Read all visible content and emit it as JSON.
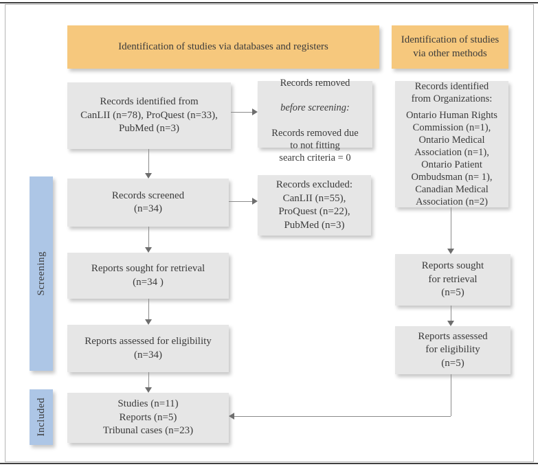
{
  "colors": {
    "header_bg": "#f6c87d",
    "box_bg": "#e6e6e6",
    "stage_bg": "#adc6e6",
    "line": "#8a8a8a",
    "arrowhead": "#6e6e6e",
    "text": "#3b3b3b",
    "frame_rule": "#3f3f3f",
    "frame_border": "#b5b5b5"
  },
  "headers": {
    "databases": "Identification of studies via databases and registers",
    "other": "Identification of studies\nvia other methods"
  },
  "stages": {
    "screening": "Screening",
    "included": "Included"
  },
  "boxes": {
    "records_identified": "Records identified from\nCanLII (n=78), ProQuest (n=33),\nPubMed (n=3)",
    "records_removed": {
      "line1": "Records removed",
      "line2_italic": "before screening:",
      "rest": "Records removed due\nto not fitting\nsearch criteria = 0"
    },
    "orgs": {
      "title": "Records identified\nfrom Organizations:",
      "list": "Ontario Human Rights\nCommission (n=1),\nOntario Medical\nAssociation (n=1),\nOntario Patient\nOmbudsman (n= 1),\nCanadian Medical\nAssociation (n=2)"
    },
    "records_screened": "Records screened\n(n=34)",
    "records_excluded": "Records excluded:\nCanLII (n=55),\nProQuest (n=22),\nPubMed (n=3)",
    "reports_sought_databases": "Reports sought for retrieval\n(n=34 )",
    "reports_assessed_databases": "Reports assessed for eligibility\n(n=34)",
    "reports_sought_other": "Reports sought\nfor retrieval\n(n=5)",
    "reports_assessed_other": "Reports assessed\nfor eligibility\n(n=5)",
    "studies_included": "Studies (n=11)\nReports (n=5)\nTribunal cases (n=23)"
  }
}
